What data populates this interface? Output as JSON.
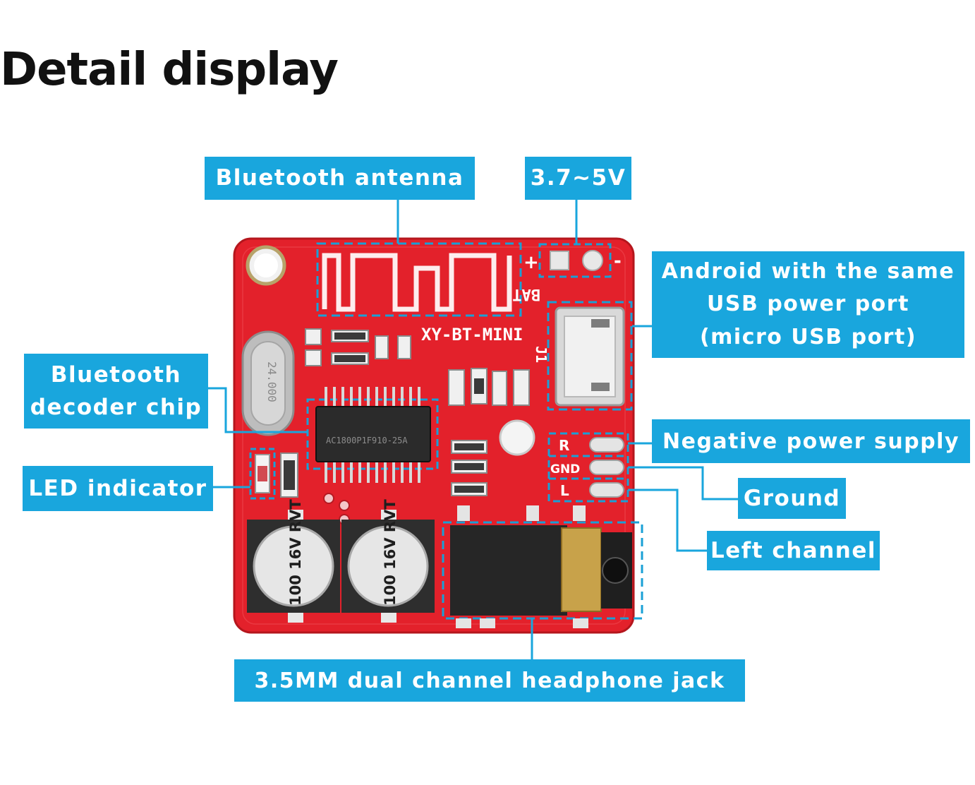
{
  "title": "Detail display",
  "board": {
    "silkscreen_model": "XY-BT-MINI",
    "silkscreen_bat": "BAT",
    "silkscreen_plus": "+",
    "silkscreen_minus": "-",
    "silkscreen_j1": "J1",
    "silkscreen_r": "R",
    "silkscreen_gnd": "GND",
    "silkscreen_l": "L",
    "chip_marking": "AC1800P1F910-25A",
    "capacitor_label": "100 16V RVT",
    "crystal_label": "24.000"
  },
  "labels": {
    "antenna": "Bluetooth antenna",
    "voltage": "3.7~5V",
    "usb": "Android with the same\nUSB power port\n(micro USB port)",
    "chip": "Bluetooth\ndecoder chip",
    "led": "LED indicator",
    "negative": "Negative power supply",
    "ground": "Ground",
    "left": "Left channel",
    "jack": "3.5MM dual channel headphone jack"
  },
  "colors": {
    "callout": "#19a6dd",
    "pcb": "#e3212b",
    "pcb_dark": "#c81a22",
    "title": "#111111"
  }
}
